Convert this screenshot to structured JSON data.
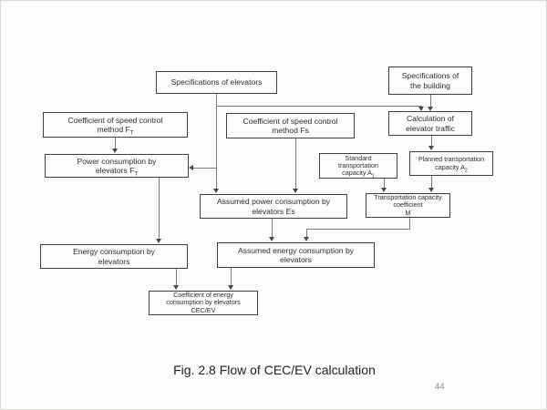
{
  "figure": {
    "caption": "Fig. 2.8 Flow of CEC/EV calculation",
    "page_number": "44"
  },
  "colors": {
    "background": "#fcfcfb",
    "box_border": "#3f3f3f",
    "connector_line": "#7a7a7a",
    "ink": "#2d2d2d"
  },
  "nodes": {
    "spec_elevators": {
      "label": "Specifications of elevators"
    },
    "spec_building": {
      "label": "Specifications of\nthe building"
    },
    "coef_ft": {
      "label": "Coefficient of speed control\nmethod F",
      "sub": "T"
    },
    "coef_fs": {
      "label": "Coefficient of speed control\nmethod Fs"
    },
    "calc_traffic": {
      "label": "Calculation of\nelevator traffic"
    },
    "power_ft": {
      "label": "Power consumption by\nelevators F",
      "sub": "T"
    },
    "standard_a1": {
      "label": "Standard\ntransportation\ncapacity A",
      "sub": "1"
    },
    "planned_a2": {
      "label": "Planned transportation\ncapacity A",
      "sub": "2"
    },
    "assumed_es": {
      "label": "Assumed power consumption by\nelevators Es"
    },
    "coef_m": {
      "label": "Transportation capacity\ncoefficient\nM"
    },
    "energy": {
      "label": "Energy consumption by\nelevators"
    },
    "assumed_energy": {
      "label": "Assumed energy consumption by\nelevators"
    },
    "cec_ev": {
      "label": "Coefficient of energy\nconsumption by elevators\nCEC/EV"
    }
  }
}
